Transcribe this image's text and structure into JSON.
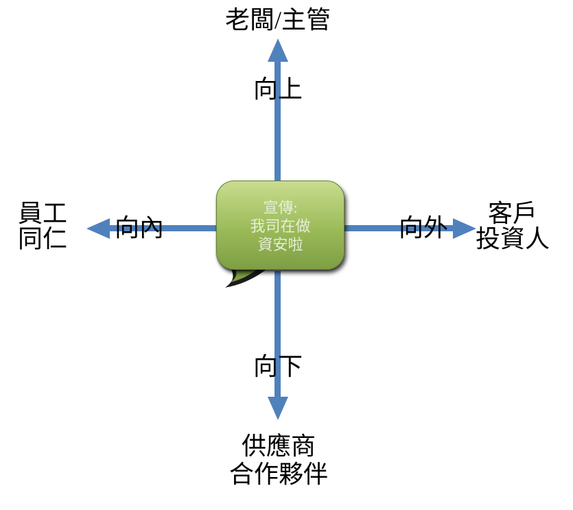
{
  "diagram": {
    "center": {
      "line1": "宣傳:",
      "line2": "我司在做",
      "line3": "資安啦"
    },
    "top": {
      "target": "老闆/主管",
      "direction": "向上"
    },
    "bottom": {
      "target_line1": "供應商",
      "target_line2": "合作夥伴",
      "direction": "向下"
    },
    "left": {
      "target_line1": "員工",
      "target_line2": "同仁",
      "direction": "向內"
    },
    "right": {
      "target_line1": "客戶",
      "target_line2": "投資人",
      "direction": "向外"
    }
  },
  "colors": {
    "arrow": "#4F81BD",
    "bubble_light": "#C9DC8E",
    "bubble_mid": "#9BBB59",
    "bubble_dark": "#7E9E44",
    "bubble_text": "#E6EED6",
    "label_text": "#000000",
    "background": "#FFFFFF"
  }
}
